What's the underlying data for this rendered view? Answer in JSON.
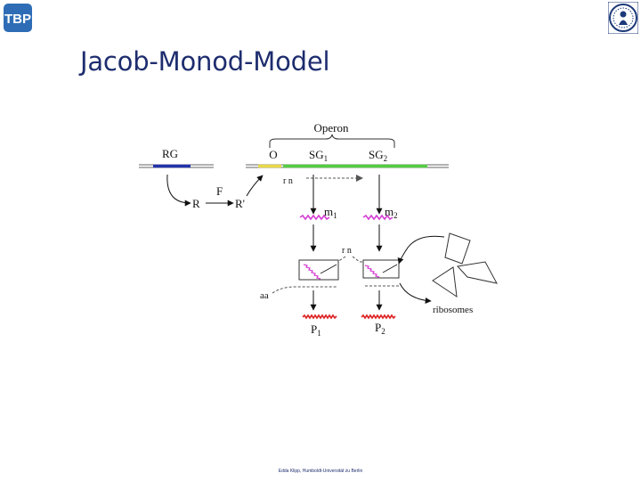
{
  "slide": {
    "title": "Jacob-Monod-Model",
    "footer": "Edda Klipp, Humboldt-Universität zu Berlin"
  },
  "logos": {
    "left": {
      "text": "TBP",
      "color": "#2e6db6"
    },
    "right": {
      "name": "university-seal",
      "color": "#1e3a7a"
    }
  },
  "diagram": {
    "operon_label": "Operon",
    "rg_label": "RG",
    "o_label": "O",
    "sg1": {
      "base": "SG",
      "sub": "1"
    },
    "sg2": {
      "base": "SG",
      "sub": "2"
    },
    "rn_label_1": "r n",
    "rn_label_2": "r n",
    "f_label": "F",
    "r_label": "R",
    "rprime_label": "R'",
    "m1": {
      "base": "m",
      "sub": "1"
    },
    "m2": {
      "base": "m",
      "sub": "2"
    },
    "aa_label": "aa",
    "ribosomes_label": "ribosomes",
    "p1": {
      "base": "P",
      "sub": "1"
    },
    "p2": {
      "base": "P",
      "sub": "2"
    },
    "colors": {
      "rg_gene": "#2233aa",
      "operator": "#e8d84a",
      "structural_genes": "#55cc44",
      "mrna": "#d43fd4",
      "protein": "#dd2222",
      "dna": "#666666"
    }
  }
}
